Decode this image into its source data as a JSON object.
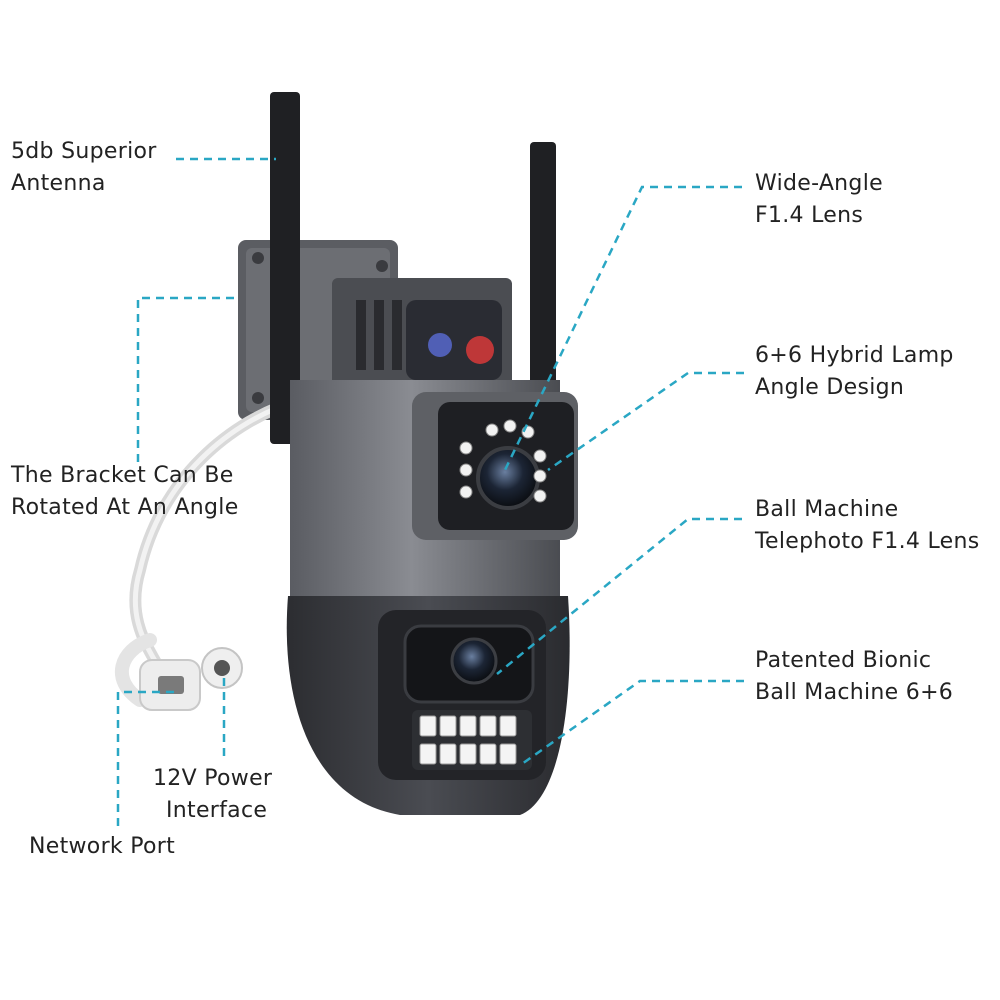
{
  "colors": {
    "callout_line": "#2aa7c4",
    "label_text": "#222222",
    "camera_body": "#3d3f44",
    "camera_shell": "#6e7076",
    "antenna": "#1f2023",
    "cable": "#e6e6e6"
  },
  "callouts": [
    {
      "id": "antenna",
      "lines": [
        "5db Superior",
        "Antenna"
      ]
    },
    {
      "id": "bracket",
      "lines": [
        "The Bracket Can Be",
        "Rotated At An Angle"
      ]
    },
    {
      "id": "power",
      "lines": [
        "12V Power",
        "Interface"
      ]
    },
    {
      "id": "network",
      "lines": [
        "Network Port"
      ]
    },
    {
      "id": "wide-angle",
      "lines": [
        "Wide-Angle",
        "F1.4 Lens"
      ]
    },
    {
      "id": "hybrid-lamp",
      "lines": [
        "6+6 Hybrid Lamp",
        "Angle Design"
      ]
    },
    {
      "id": "telephoto",
      "lines": [
        "Ball Machine",
        "Telephoto F1.4 Lens"
      ]
    },
    {
      "id": "bionic",
      "lines": [
        "Patented Bionic",
        "Ball Machine 6+6"
      ]
    }
  ]
}
